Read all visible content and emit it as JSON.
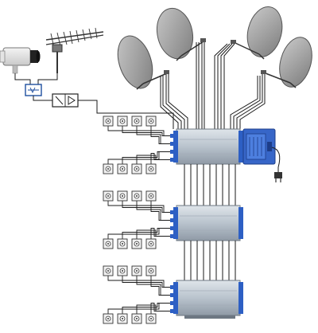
{
  "diagram": {
    "components": {
      "dishes": [
        {
          "name": "satellite-dish-1"
        },
        {
          "name": "satellite-dish-2"
        },
        {
          "name": "satellite-dish-3"
        },
        {
          "name": "satellite-dish-4"
        }
      ],
      "camera": {
        "name": "cctv-camera-icon"
      },
      "terrestrial_antenna": {
        "name": "terrestrial-antenna-icon"
      },
      "modulator": {
        "name": "modulator-box"
      },
      "amplifier": {
        "name": "amplifier-box"
      },
      "power_supply": {
        "name": "power-supply-unit"
      },
      "power_plug": {
        "name": "power-plug-icon"
      },
      "multiswitches": [
        {
          "name": "multiswitch-1"
        },
        {
          "name": "multiswitch-2"
        },
        {
          "name": "multiswitch-3"
        }
      ]
    },
    "colors": {
      "cable": "#1a1a1a",
      "multiswitch_body": "#b9c3cd",
      "multiswitch_dark": "#8c97a3",
      "connector_blue": "#2d5fc4",
      "dish_gray": "#9a9a9a",
      "outlet_fill": "#f2f2f2"
    }
  }
}
